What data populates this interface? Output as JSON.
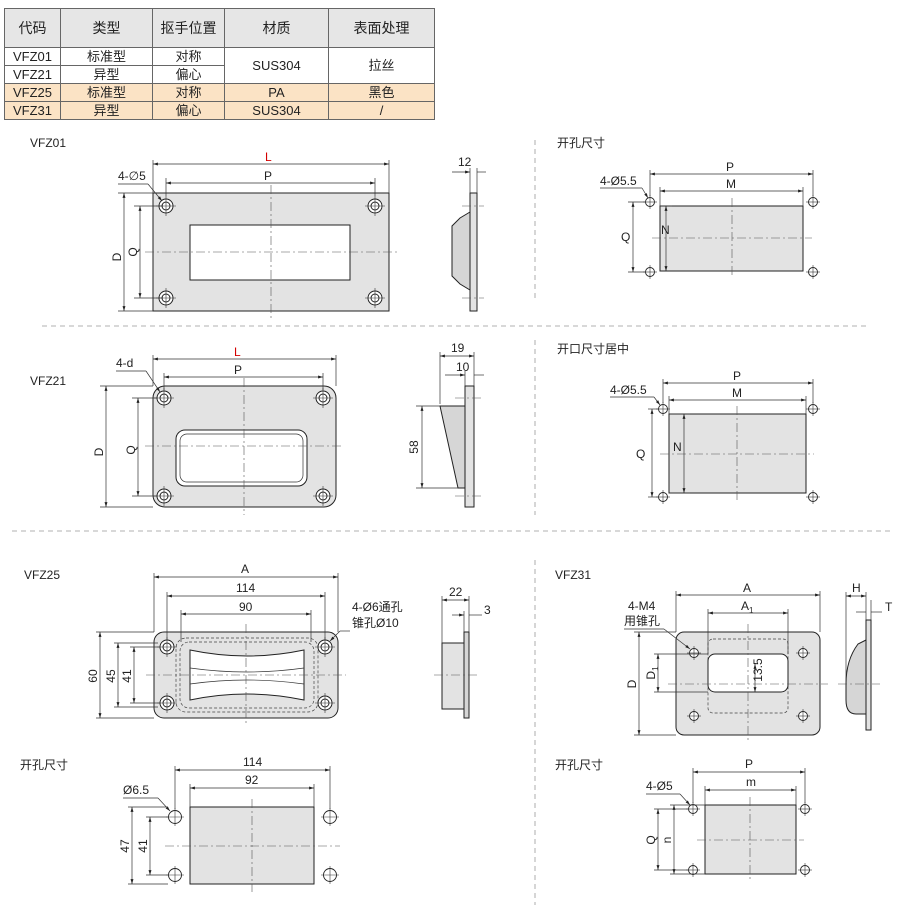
{
  "table": {
    "headers": [
      "代码",
      "类型",
      "抠手位置",
      "材质",
      "表面处理"
    ],
    "rows": [
      [
        "VFZ01",
        "标准型",
        "对称",
        "SUS304",
        "拉丝"
      ],
      [
        "VFZ21",
        "异型",
        "偏心",
        "",
        ""
      ],
      [
        "VFZ25",
        "标准型",
        "对称",
        "PA",
        "黑色"
      ],
      [
        "VFZ31",
        "异型",
        "偏心",
        "SUS304",
        "/"
      ]
    ]
  },
  "vfz01": {
    "title": "VFZ01",
    "L": "L",
    "P": "P",
    "holes": "4-∅5",
    "D": "D",
    "Q": "Q",
    "thick": "12",
    "cut_title": "开孔尺寸",
    "cut_P": "P",
    "cut_M": "M",
    "cut_holes": "4-Ø5.5",
    "cut_Q": "Q",
    "cut_N": "N"
  },
  "vfz21": {
    "title": "VFZ21",
    "L": "L",
    "P": "P",
    "holes": "4-d",
    "D": "D",
    "Q": "Q",
    "d19": "19",
    "d10": "10",
    "d58": "58",
    "cut_title": "开口尺寸居中",
    "cut_P": "P",
    "cut_M": "M",
    "cut_holes": "4-Ø5.5",
    "cut_Q": "Q",
    "cut_N": "N"
  },
  "vfz25": {
    "title": "VFZ25",
    "A": "A",
    "d114": "114",
    "d90": "90",
    "holes1": "4-Ø6通孔",
    "holes2": "锥孔Ø10",
    "d60": "60",
    "d45": "45",
    "d41": "41",
    "d22": "22",
    "d3": "3",
    "cut_title": "开孔尺寸",
    "cut_114": "114",
    "cut_92": "92",
    "cut_hole": "Ø6.5",
    "cut_47": "47",
    "cut_41": "41"
  },
  "vfz31": {
    "title": "VFZ31",
    "A": "A",
    "A1": "A",
    "A1sub": "1",
    "holes1": "4-M4",
    "holes2": "用锥孔",
    "D": "D",
    "D1": "D",
    "D1sub": "1",
    "d135": "13.5",
    "H": "H",
    "T": "T",
    "cut_title": "开孔尺寸",
    "cut_P": "P",
    "cut_m": "m",
    "cut_holes": "4-Ø5",
    "cut_Q": "Q",
    "cut_n": "n"
  }
}
